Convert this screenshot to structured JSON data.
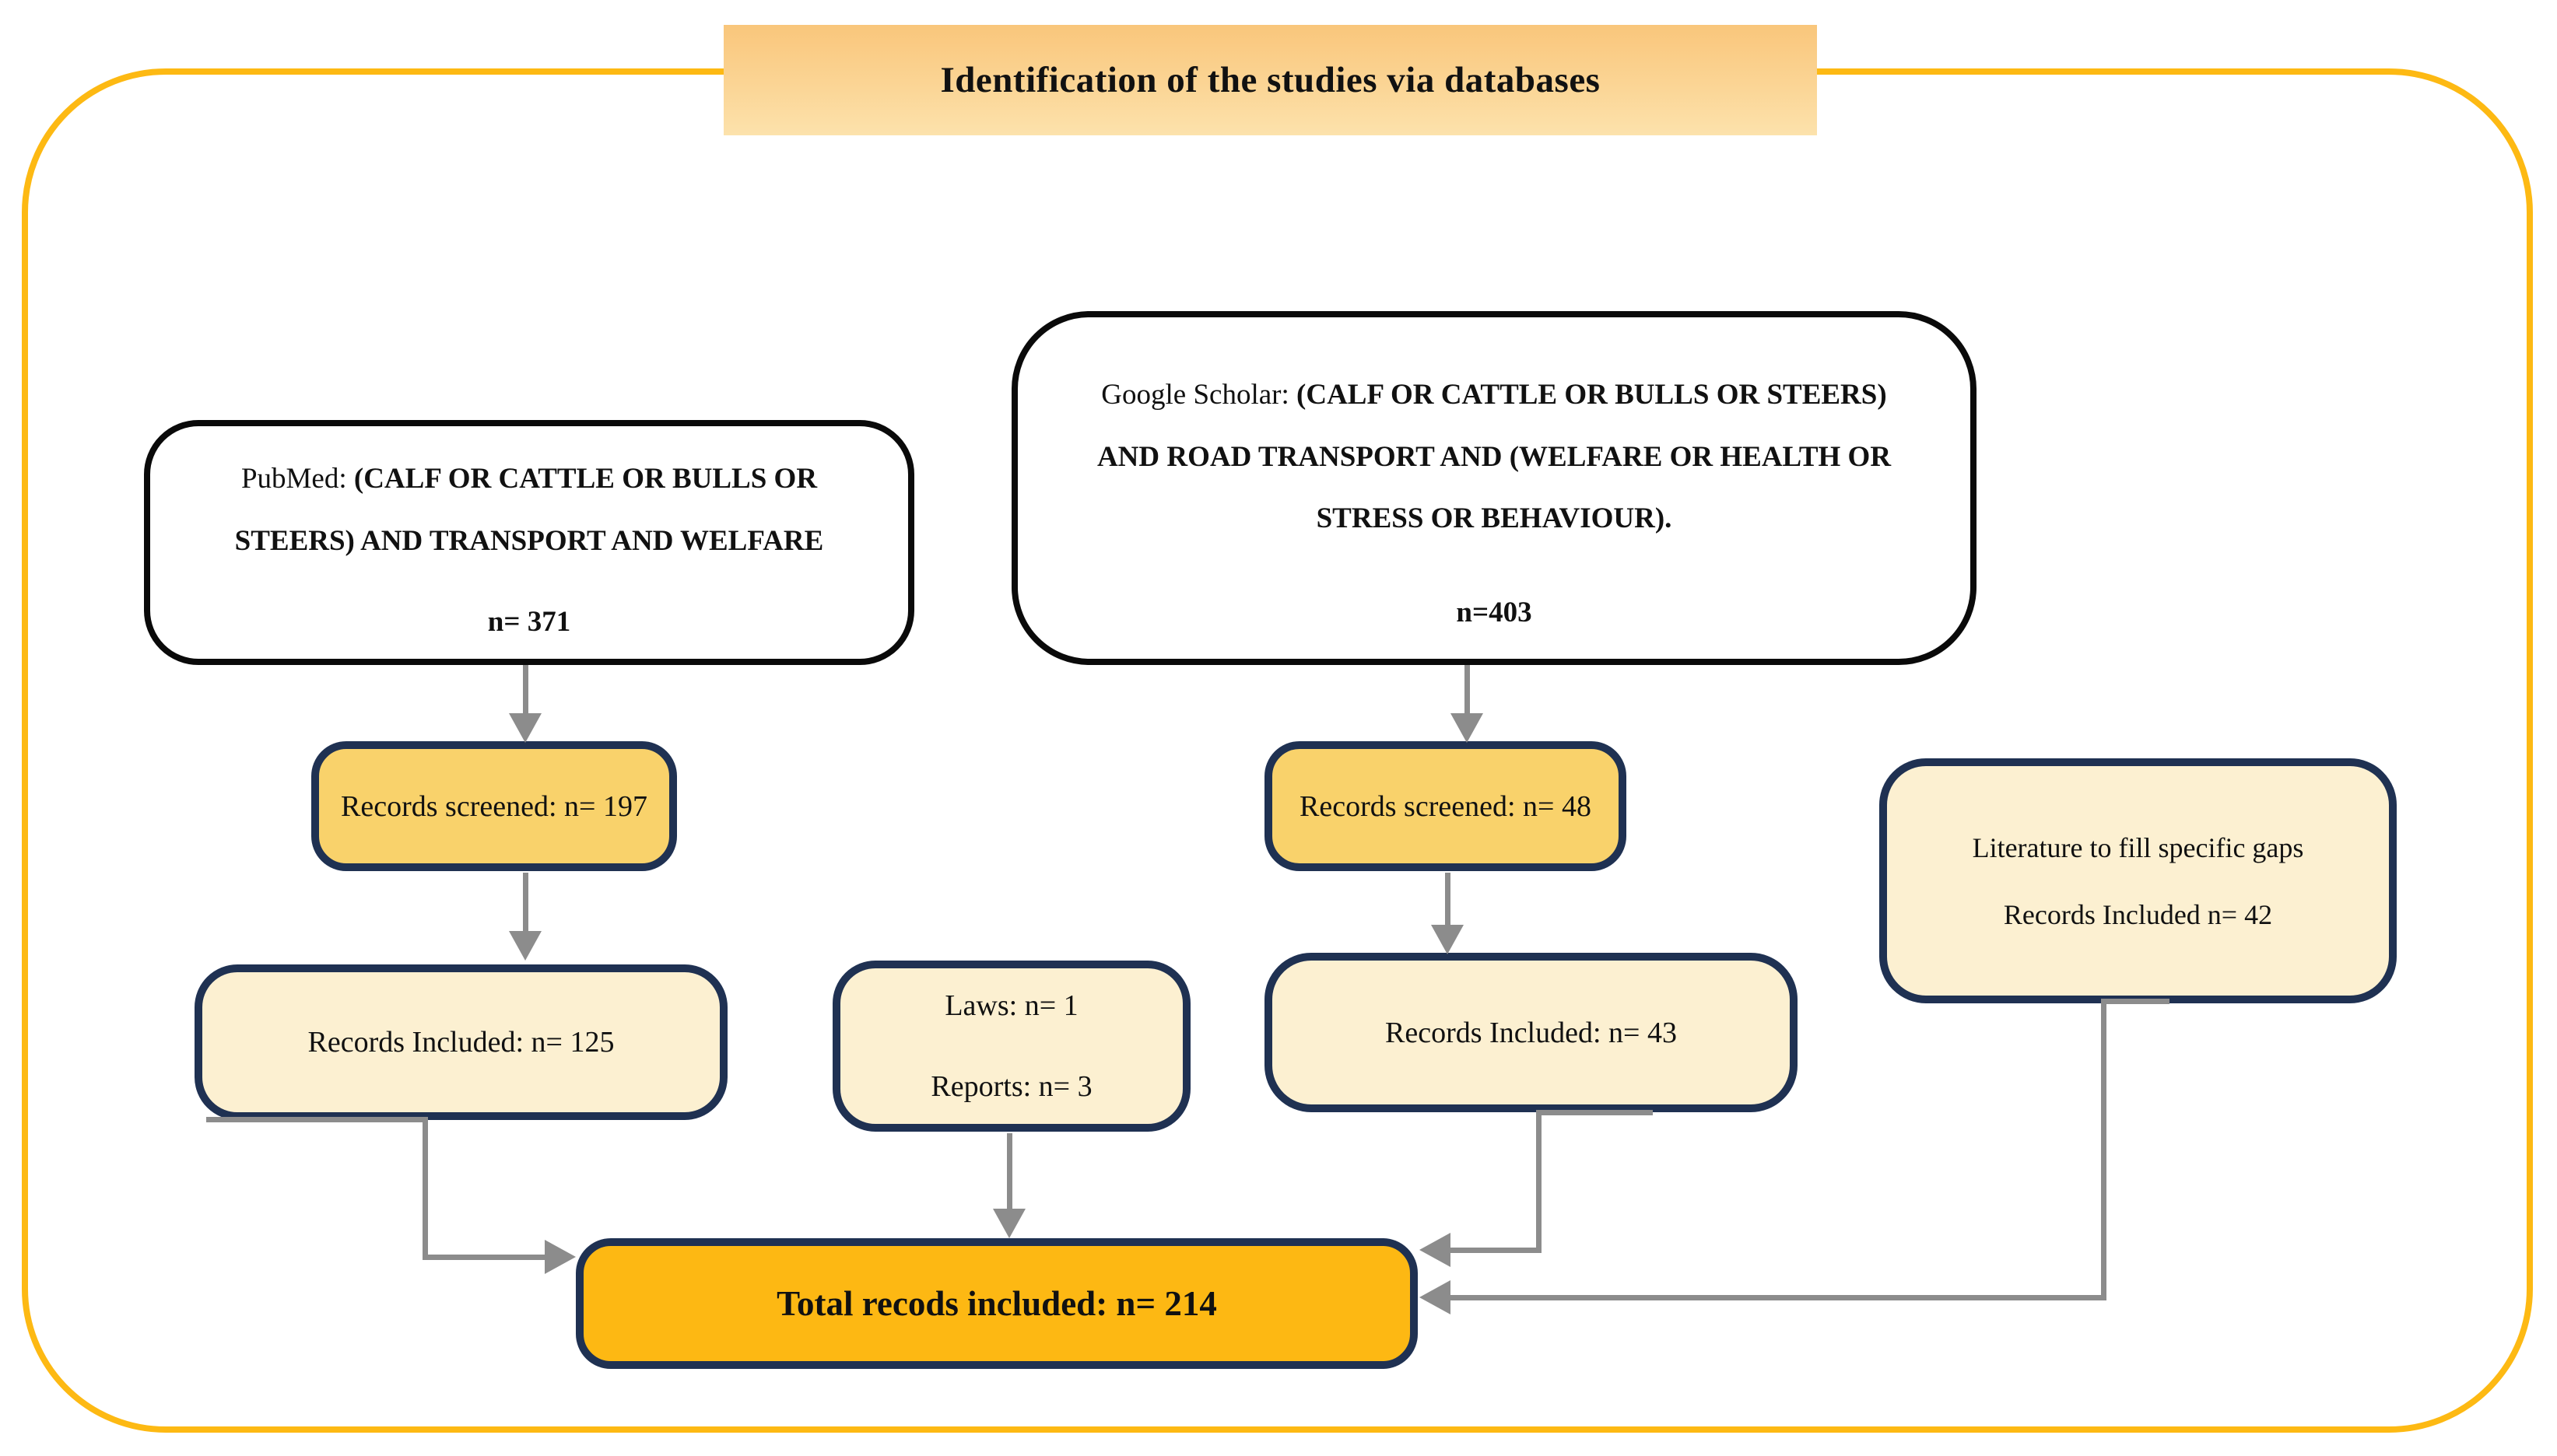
{
  "title_banner": {
    "label": "Identification of the studies via databases"
  },
  "pubmed_box": {
    "prefix": "PubMed: ",
    "query": "(CALF OR CATTLE OR BULLS OR STEERS) AND TRANSPORT AND WELFARE",
    "count": "n= 371"
  },
  "google_box": {
    "prefix": "Google Scholar: ",
    "query": "(CALF OR CATTLE OR BULLS OR STEERS) AND ROAD TRANSPORT AND (WELFARE OR HEALTH OR STRESS OR BEHAVIOUR).",
    "count": "n=403"
  },
  "pubmed_screened_box": {
    "label": "Records screened: n= 197"
  },
  "google_screened_box": {
    "label": "Records screened: n= 48"
  },
  "pubmed_included_box": {
    "label": "Records Included: n= 125"
  },
  "laws_box": {
    "laws": "Laws: n= 1",
    "reports": "Reports: n= 3"
  },
  "google_included_box": {
    "label": "Records Included: n= 43"
  },
  "literature_box": {
    "line1": "Literature to fill specific gaps",
    "line2": "Records Included n= 42"
  },
  "total_box": {
    "label": "Total recods included: n= 214"
  },
  "colors": {
    "outer_border": "#FDB913",
    "banner_gradient_top": "#F9C67B",
    "banner_gradient_bottom": "#FCE2AC",
    "screened_fill": "#F9D26B",
    "cream_fill": "#FCF0D1",
    "total_fill": "#FDB813",
    "navy_border": "#1F3152",
    "white_box_border": "#0A0A0A",
    "connector_gray": "#8C8C8C"
  }
}
